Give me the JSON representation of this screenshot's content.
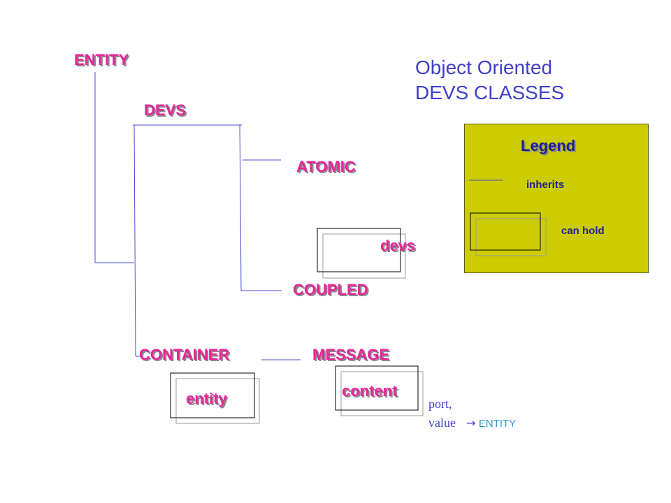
{
  "title": {
    "line1": "Object Oriented",
    "line2": "DEVS CLASSES"
  },
  "nodes": {
    "entity": "ENTITY",
    "devs": "DEVS",
    "atomic": "ATOMIC",
    "devs_holder": "devs",
    "coupled": "COUPLED",
    "container": "CONTAINER",
    "message": "MESSAGE",
    "entity_holder": "entity",
    "content_holder": "content"
  },
  "annotation": {
    "line1": "port,",
    "line2_prefix": "value",
    "arrow": "->",
    "line2_target": "ENTITY"
  },
  "legend": {
    "title": "Legend",
    "inherits": "inherits",
    "can_hold": "can hold"
  },
  "colors": {
    "node_text": "#e8259a",
    "title_text": "#3f3fcc",
    "legend_bg": "#cccc00",
    "line": "#4b4bd6"
  }
}
